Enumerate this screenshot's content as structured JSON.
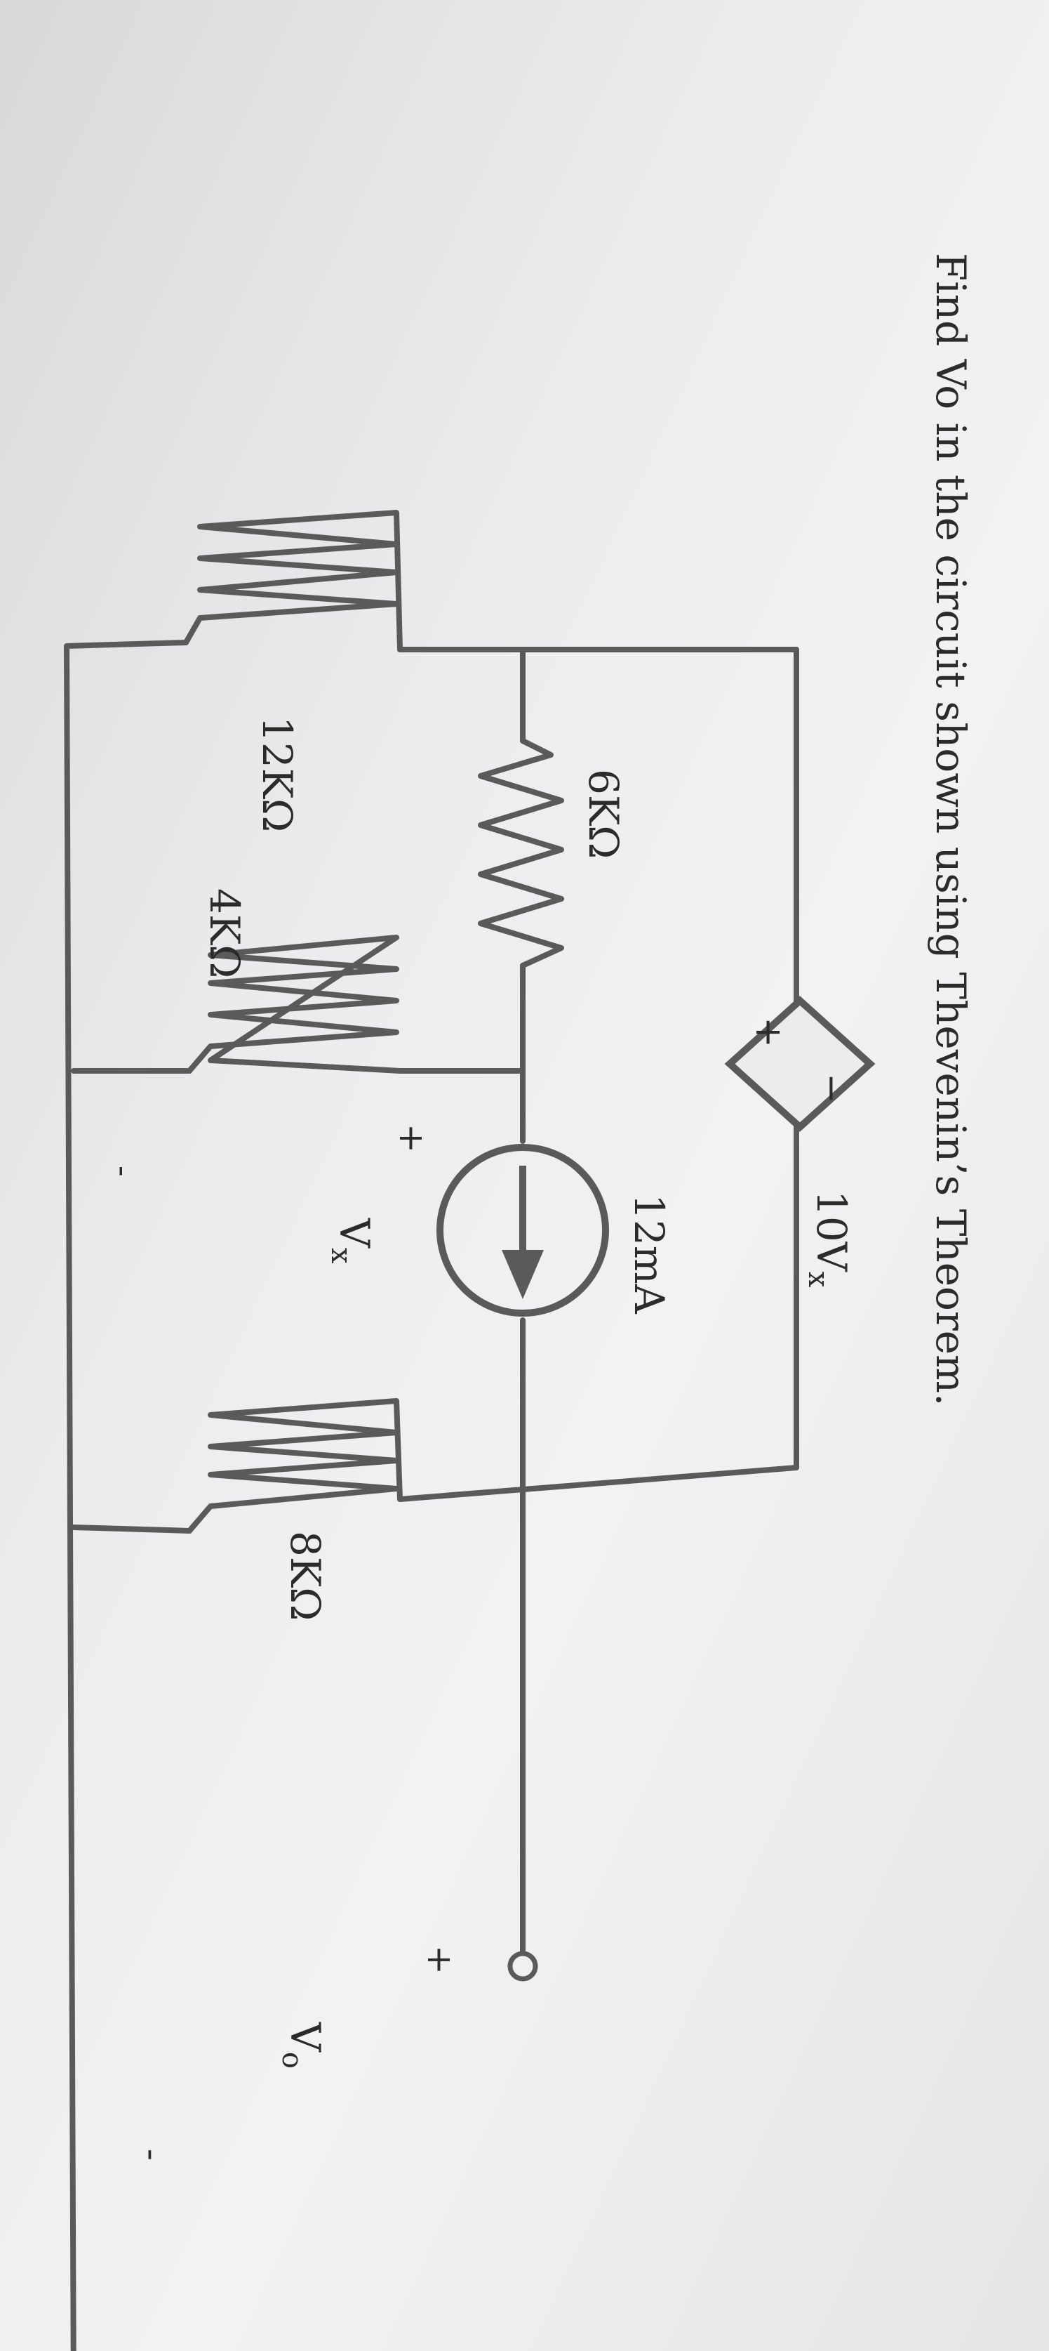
{
  "problem": {
    "statement": "Find Vo in the circuit shown using Thevenin’s Theorem."
  },
  "circuit": {
    "dependent_source_label": "10V",
    "dependent_source_label_sub": "x",
    "dependent_source_plus": "+",
    "dependent_source_minus": "−",
    "current_source_label": "12mA",
    "resistor_6k_label": "6KΩ",
    "resistor_12k_label": "12KΩ",
    "resistor_4k_label": "4KΩ",
    "resistor_8k_label": "8KΩ",
    "vx_label": "V",
    "vx_label_sub": "x",
    "vx_plus": "+",
    "vo_label": "V",
    "vo_label_sub": "o",
    "vo_plus": "+",
    "vo_minus": "-"
  }
}
